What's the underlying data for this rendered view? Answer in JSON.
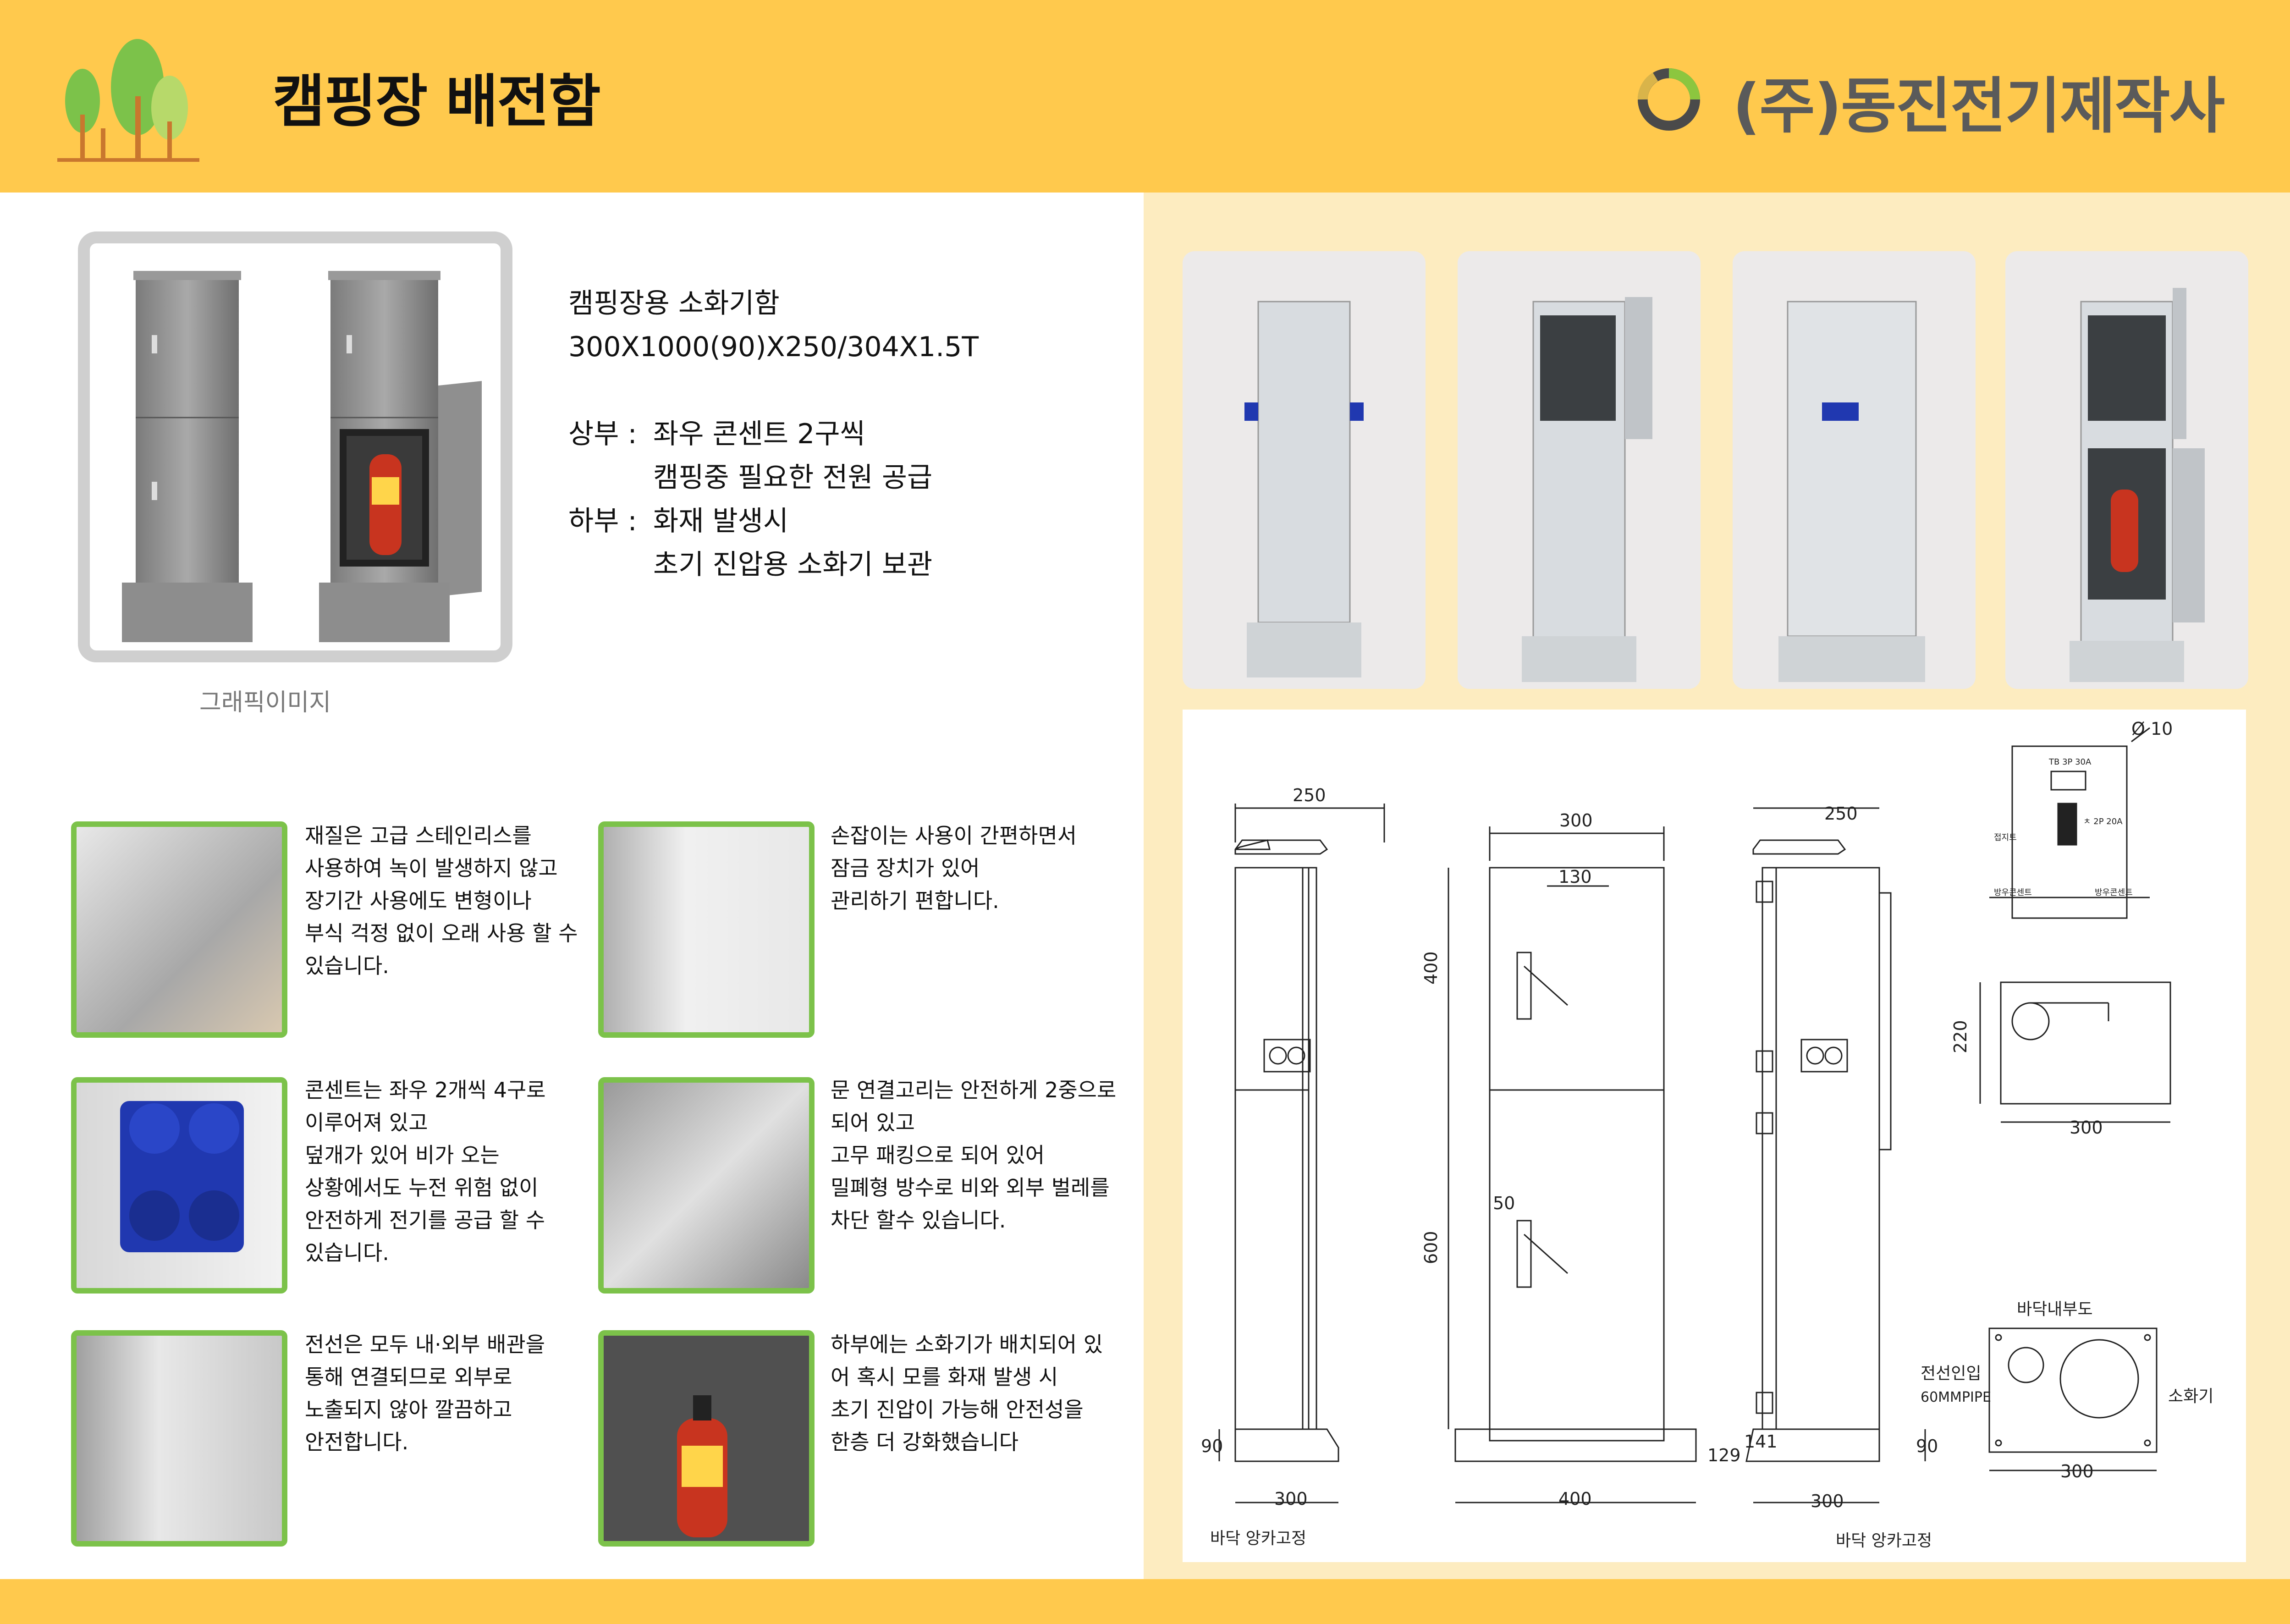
{
  "header": {
    "title": "캠핑장 배전함",
    "company": "(주)동진전기제작사"
  },
  "product_graphic": {
    "caption": "그래픽이미지"
  },
  "spec": {
    "line1": "캠핑장용 소화기함",
    "line2": "300X1000(90)X250/304X1.5T",
    "upper_label": "상부 :",
    "upper_1": "좌우 콘센트 2구씩",
    "upper_2": "캠핑중 필요한 전원 공급",
    "lower_label": "하부 :",
    "lower_1": "화재 발생시",
    "lower_2": "초기 진압용 소화기 보관"
  },
  "features": [
    {
      "text": "재질은 고급 스테인리스를\n사용하여 녹이 발생하지 않고\n장기간 사용에도 변형이나\n부식 걱정 없이 오래 사용 할 수\n있습니다."
    },
    {
      "text": "손잡이는 사용이 간편하면서\n잠금 장치가 있어\n관리하기 편합니다."
    },
    {
      "text": "콘센트는 좌우 2개씩 4구로\n이루어져 있고\n덮개가 있어 비가 오는\n상황에서도 누전 위험 없이\n안전하게 전기를 공급 할 수\n있습니다."
    },
    {
      "text": "문 연결고리는 안전하게 2중으로\n되어 있고\n고무 패킹으로 되어 있어\n밀폐형 방수로 비와 외부 벌레를\n차단 할수 있습니다."
    },
    {
      "text": "전선은 모두 내·외부 배관을\n통해 연결되므로 외부로\n노출되지 않아 깔끔하고\n안전합니다."
    },
    {
      "text": "하부에는 소화기가 배치되어 있\n어 혹시 모를 화재 발생 시\n초기 진압이 가능해 안전성을\n한층 더 강화했습니다"
    }
  ],
  "drawing": {
    "side_top": "250",
    "side_bottom": "300",
    "side_base_h": "90",
    "side_anchor": "바닥 앙카고정",
    "front_top": "300",
    "front_handle": "130",
    "front_upper_h": "400",
    "front_lower_h": "600",
    "front_offset": "50",
    "front_bottom": "400",
    "rear_top": "250",
    "rear_base_h": "90",
    "rear_bottom": "300",
    "rear_dim_a": "129",
    "rear_dim_b": "141",
    "rear_anchor": "바닥 앙카고정",
    "panel_dia": "Ø 10",
    "panel_tb": "TB 3P 30A",
    "panel_cb": "ㅊ 2P 20A",
    "panel_earth": "접지트",
    "panel_left": "방우콘센트",
    "panel_right": "방우콘센트",
    "box_h": "220",
    "box_w": "300",
    "bottom_title": "바닥내부도",
    "bottom_cable": "전선인입",
    "bottom_pipe": "60MMPIPE",
    "bottom_ext": "소화기",
    "bottom_w": "300"
  },
  "colors": {
    "header_bg": "#ffc94d",
    "right_panel_bg": "#fdecc0",
    "thumb_border": "#7cc24a",
    "company_text": "#5a5a5a"
  }
}
